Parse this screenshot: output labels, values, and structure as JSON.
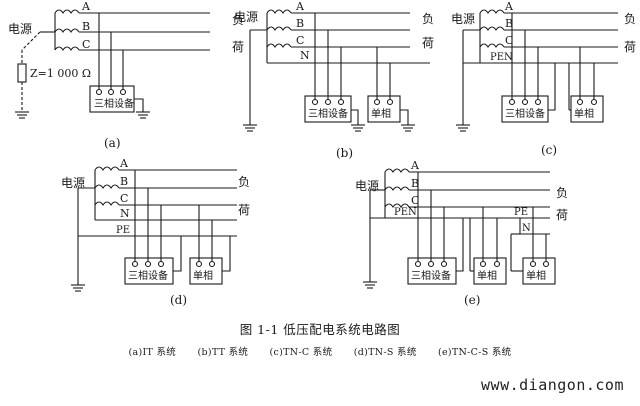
{
  "diagrams": {
    "a": {
      "label": "(a)",
      "source": "电源",
      "phases": [
        "A",
        "B",
        "C"
      ],
      "load_top": "负",
      "load_bottom": "荷",
      "impedance": "Z=1 000 Ω",
      "device": "三相设备"
    },
    "b": {
      "label": "(b)",
      "source": "电源",
      "phases": [
        "A",
        "B",
        "C"
      ],
      "neutral": "N",
      "load_top": "负",
      "load_bottom": "荷",
      "device3": "三相设备",
      "device1": "单相"
    },
    "c": {
      "label": "(c)",
      "source": "电源",
      "phases": [
        "A",
        "B",
        "C"
      ],
      "pen": "PEN",
      "load_top": "负",
      "load_bottom": "荷",
      "device3": "三相设备",
      "device1": "单相"
    },
    "d": {
      "label": "(d)",
      "source": "电源",
      "phases": [
        "A",
        "B",
        "C"
      ],
      "neutral": "N",
      "pe": "PE",
      "load_top": "负",
      "load_bottom": "荷",
      "device3": "三相设备",
      "device1": "单相"
    },
    "e": {
      "label": "(e)",
      "source": "电源",
      "phases": [
        "A",
        "B",
        "C"
      ],
      "pen": "PEN",
      "pe": "PE",
      "neutral": "N",
      "load_top": "负",
      "load_bottom": "荷",
      "device3": "三相设备",
      "device1a": "单相",
      "device1b": "单相"
    }
  },
  "caption": {
    "title": "图 1-1    低压配电系统电路图",
    "subs": [
      "(a)IT 系统",
      "(b)TT 系统",
      "(c)TN-C 系统",
      "(d)TN-S 系统",
      "(e)TN-C-S 系统"
    ]
  },
  "watermark": "www.diangon.com"
}
